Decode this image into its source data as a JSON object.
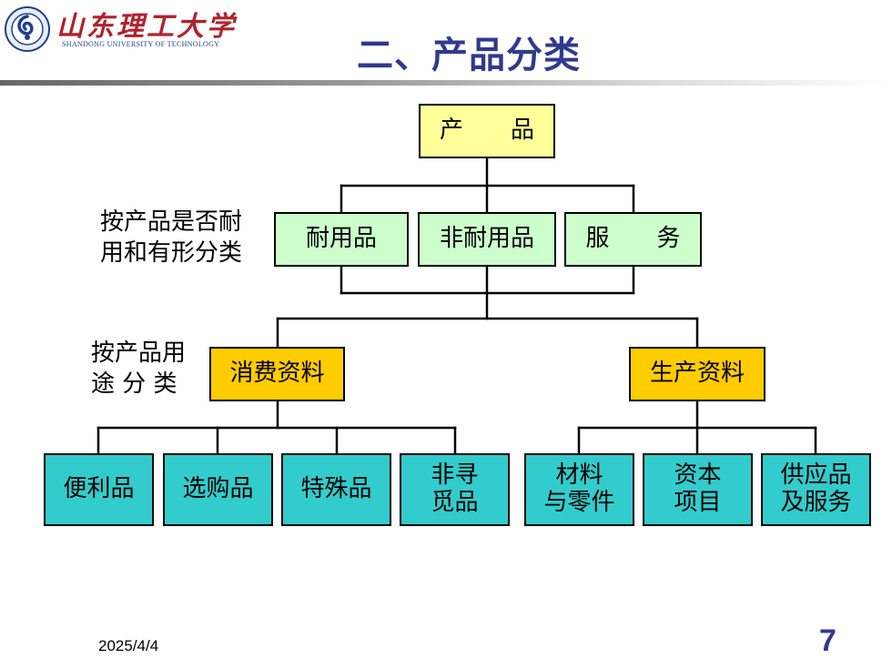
{
  "header": {
    "logo_cn": "山东理工大学",
    "logo_en": "SHANDONG UNIVERSITY OF TECHNOLOGY",
    "title": "二、产品分类"
  },
  "diagram": {
    "root": "产　　品",
    "annotation_1": "按产品是否耐\n用和有形分类",
    "level1": [
      "耐用品",
      "非耐用品",
      "服　　务"
    ],
    "annotation_2": "按产品用\n途 分 类",
    "level2": [
      "消费资料",
      "生产资料"
    ],
    "consumer_leaves": [
      "便利品",
      "选购品",
      "特殊品",
      "非寻\n觅品"
    ],
    "producer_leaves": [
      "材料\n与零件",
      "资本\n项目",
      "供应品\n及服务"
    ]
  },
  "colors": {
    "title": "#2f3a8f",
    "root_fill": "#ffff99",
    "level1_fill": "#ccffcc",
    "level2_fill": "#ffcc00",
    "leaf_fill": "#33cccc"
  },
  "footer": {
    "date": "2025/4/4",
    "page_number": "7"
  }
}
